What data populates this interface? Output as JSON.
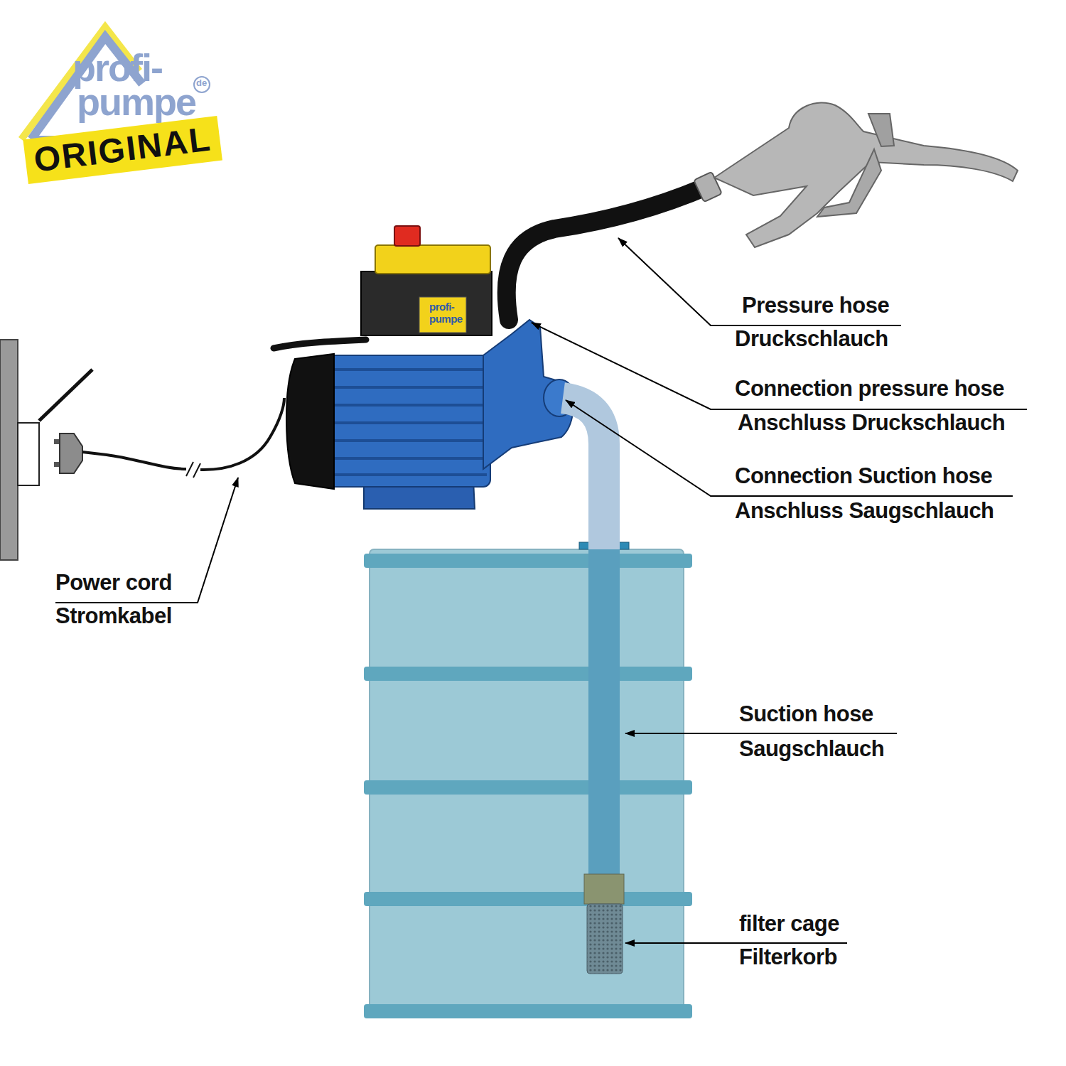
{
  "diagram": {
    "nodes": [
      {
        "text": [
          "ORIGINAL"
        ]
      }
    ],
    "labels": [
      "profi-",
      "pumpe",
      "de",
      "Pressure hose",
      "Druckschlauch",
      "Connection pressure hose",
      "Anschluss Druckschlauch",
      "Connection Suction hose",
      "Anschluss Saugschlauch",
      "Power cord",
      "Stromkabel",
      "Suction hose",
      "Saugschlauch",
      "filter cage",
      "Filterkorb",
      "profi-",
      "pumpe"
    ]
  }
}
